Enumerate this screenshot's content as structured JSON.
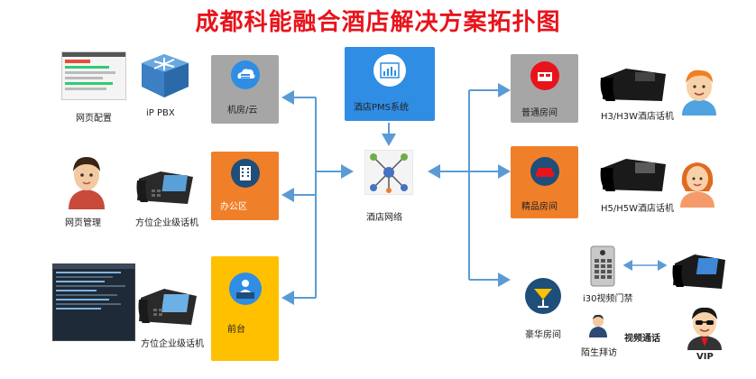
{
  "title": "成都科能融合酒店解决方案拓扑图",
  "left": {
    "web_config": "网页配置",
    "ip_pbx": "iP PBX",
    "web_manage": "网页管理",
    "phone_office": "方位企业级话机",
    "phone_front": "方位企业级话机"
  },
  "center": {
    "server_room": "机房/云",
    "office": "办公区",
    "front_desk": "前台",
    "pms": "酒店PMS系统",
    "network": "酒店网络"
  },
  "right": {
    "standard_room": "普通房间",
    "boutique_room": "精品房间",
    "luxury_room": "豪华房间",
    "h3_phone": "H3/H3W酒店话机",
    "h5_phone": "H5/H5W酒店话机",
    "i30": "i30视频门禁",
    "visitor": "陌生拜访",
    "video_call": "视频通话",
    "vip": "VIP"
  },
  "colors": {
    "title": "#e8141c",
    "line": "#5b9bd5",
    "gray_box": "#a6a6a6",
    "orange_box": "#f07f2a",
    "yellow_box": "#ffc000",
    "pms_box": "#2f8de4"
  }
}
